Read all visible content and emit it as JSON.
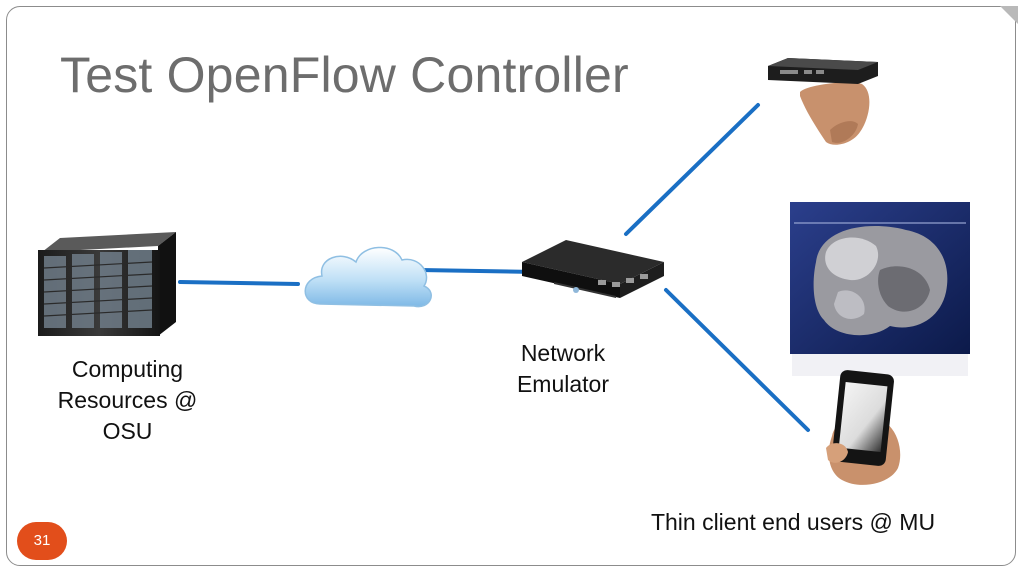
{
  "slide": {
    "title": "Test OpenFlow Controller",
    "page_number": "31"
  },
  "nodes": {
    "computing": {
      "lines": [
        "Computing",
        "Resources @",
        "OSU"
      ]
    },
    "emulator": {
      "lines": [
        "Network",
        "Emulator"
      ]
    },
    "thin_clients": {
      "label": "Thin client end users @ MU"
    }
  },
  "colors": {
    "link": "#1a6fc4",
    "badge": "#e24e1b",
    "title": "#6d6d6d"
  },
  "icons": [
    "server-rack-icon",
    "cloud-icon",
    "network-emulator-device-icon",
    "thin-client-box-icon",
    "medical-visualization-icon",
    "smartphone-icon"
  ]
}
